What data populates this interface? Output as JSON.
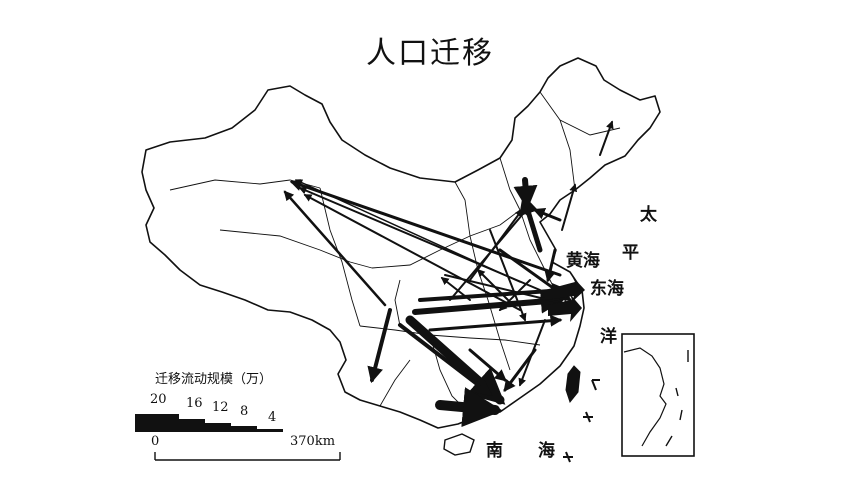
{
  "title": "人口迁移",
  "sea_labels": {
    "pacific": [
      "太",
      "平",
      "洋"
    ],
    "yellow_sea": "黄海",
    "east_sea": "东海",
    "south_sea": [
      "南",
      "海"
    ]
  },
  "legend": {
    "title": "迁移流动规模（万）",
    "values": [
      "20",
      "16",
      "12",
      "8",
      "4"
    ],
    "scale_start": "0",
    "scale_end": "370km"
  },
  "colors": {
    "ink": "#111111",
    "background": "#ffffff"
  }
}
